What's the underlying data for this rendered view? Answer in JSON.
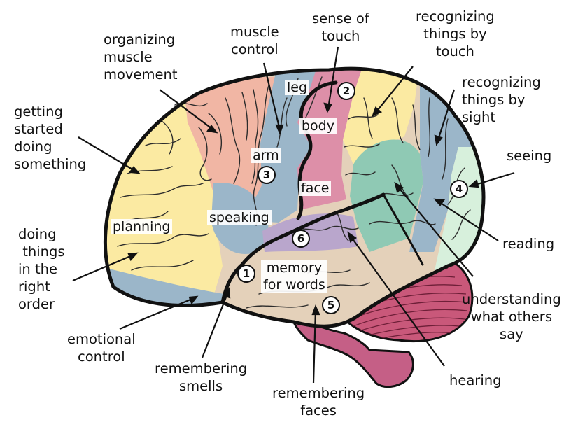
{
  "colors": {
    "outline": "#111111",
    "frontal_yellow": "#fbeaa2",
    "motor_salmon": "#f1b6a4",
    "sensory_pink": "#dd8fa8",
    "blue_zones": "#9bb6c9",
    "green_teal": "#8fc9b4",
    "mint": "#d7f0dc",
    "temporal_tan": "#e4d1ba",
    "purple": "#b9a6cc",
    "cerebellum": "#c9587a",
    "brainstem": "#c55f86"
  },
  "labels": {
    "getting_started": "getting\nstarted\ndoing\nsomething",
    "organizing_movement": "organizing\nmuscle\nmovement",
    "muscle_control": "muscle\ncontrol",
    "sense_of_touch": "sense of\ntouch",
    "recognizing_touch": "recognizing\nthings by\ntouch",
    "recognizing_sight": "recognizing\nthings by\nsight",
    "seeing": "seeing",
    "reading": "reading",
    "understanding": "understanding\nwhat others\nsay",
    "hearing": "hearing",
    "remembering_faces": "remembering\nfaces",
    "remembering_smells": "remembering\nsmells",
    "emotional_control": "emotional\ncontrol",
    "doing_things": "doing\n things\nin the\nright\norder"
  },
  "inner_labels": {
    "leg": "leg",
    "body": "body",
    "arm": "arm",
    "face": "face",
    "speaking": "speaking",
    "planning": "planning",
    "memory_for_words": "memory\nfor words"
  },
  "numbers": [
    "1",
    "2",
    "3",
    "4",
    "5",
    "6"
  ]
}
